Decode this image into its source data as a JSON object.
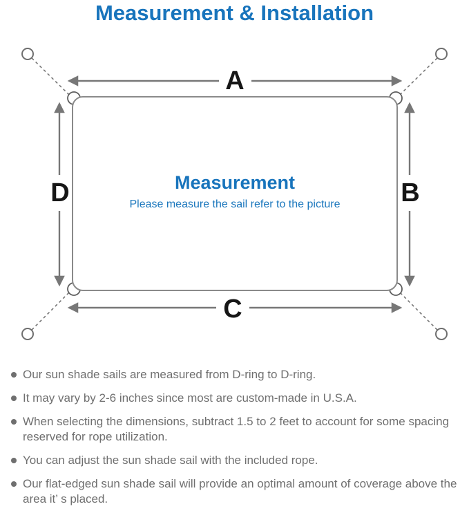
{
  "title": "Measurement & Installation",
  "colors": {
    "accent_blue": "#1874bc",
    "line_gray": "#777777",
    "sail_outline_gray": "#8a8a8a",
    "note_text_gray": "#6f6f6f",
    "label_black": "#161616"
  },
  "diagram": {
    "labels": {
      "top": "A",
      "right": "B",
      "bottom": "C",
      "left": "D"
    },
    "center_heading": "Measurement",
    "center_subtitle": "Please measure the sail refer to the picture"
  },
  "notes": [
    "Our sun shade sails are measured from D-ring to D-ring.",
    "It may vary by 2-6 inches since most are custom-made in U.S.A.",
    "When selecting the dimensions, subtract 1.5 to 2 feet to account for some spacing reserved for rope utilization.",
    "You can adjust the sun shade sail with the included rope.",
    "Our flat-edged sun shade sail will provide an optimal amount of coverage above the area it’ s placed."
  ]
}
